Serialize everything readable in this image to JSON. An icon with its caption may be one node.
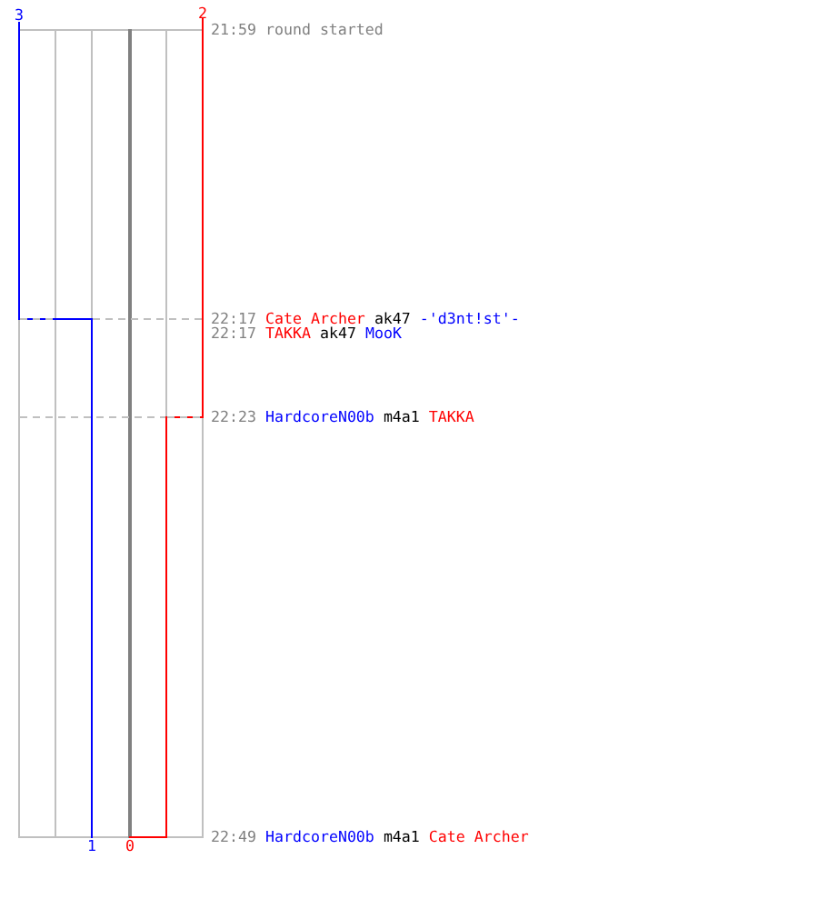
{
  "diagram": {
    "labels": [
      "3",
      "2",
      "21:59 round started",
      "22:17",
      "Cate Archer",
      "ak47",
      "-'d3nt!st'-",
      "22:17",
      "TAKKA",
      "ak47",
      "MooK",
      "22:23",
      "HardcoreN00b",
      "m4a1",
      "TAKKA",
      "1",
      "0",
      "22:49",
      "HardcoreN00b",
      "m4a1",
      "Cate Archer"
    ]
  }
}
